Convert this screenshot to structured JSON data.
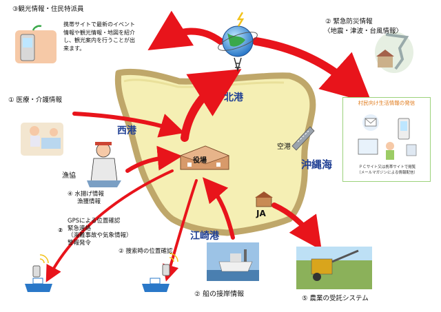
{
  "labels": {
    "sightseeing_title": "③観光情報・住民特派員",
    "sightseeing_desc": [
      "携帯サイトで最新のイベント",
      "情報や観光情報・地図を紹介",
      "し、観光案内を行うことが出",
      "来ます。"
    ],
    "disaster_title": "② 緊急防災情報",
    "disaster_sub": "〈地震・津波・台風情報〉",
    "medical": "① 医療・介護情報",
    "north_port": "北港",
    "west_port": "西港",
    "airport": "空港",
    "okinawa_sea": "沖縄海",
    "village_office": "役場",
    "fishery": "漁協",
    "ja": "JA",
    "catch_info": [
      "④ 水揚げ情報",
      "漁獲情報"
    ],
    "gps_block": [
      "GPSによる位置確認",
      "緊急連絡",
      "（海難事故や気象情報）",
      "警報発令"
    ],
    "gps_num": "②",
    "search_pos": "② 捜索時の位置確認",
    "esaki_port": "江崎港",
    "ship_docking": "② 船の接岸情報",
    "agri": "⑤ 農業の受託システム",
    "service_title": "村民向け生活情報の発信",
    "service_note": [
      "ＰＣサイト又は携帯サイトで閲覧",
      "（メールマガジンによる情報配信）"
    ]
  },
  "colors": {
    "arrow": "#e8141b",
    "island_fill": "#f5efb4",
    "island_border": "#bfa76a",
    "port_text": "#1f3f94",
    "service_title": "#e07a1a"
  },
  "icons": [
    "antenna-globe-icon",
    "phone-hand-icon",
    "tornado-house-icon",
    "nurse-care-icon",
    "fisherman-icon",
    "office-building-icon",
    "runway-icon",
    "barn-icon",
    "ship-icon",
    "harvester-icon",
    "boat-signal-icon"
  ]
}
